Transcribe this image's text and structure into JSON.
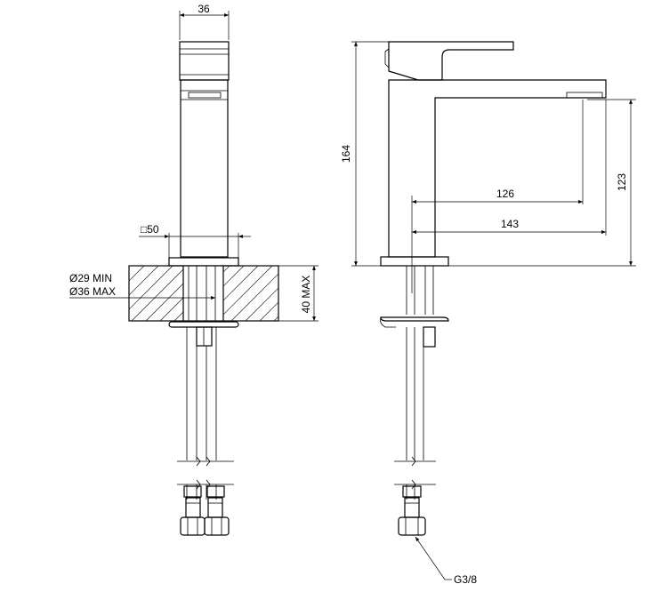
{
  "dimensions": {
    "top_width": "36",
    "base_square": "□50",
    "hole_min": "Ø29 MIN",
    "hole_max": "Ø36 MAX",
    "deck_thickness": "40 MAX",
    "height": "164",
    "spout_reach": "126",
    "spout_overall": "143",
    "spout_height": "123",
    "thread": "G3/8"
  }
}
